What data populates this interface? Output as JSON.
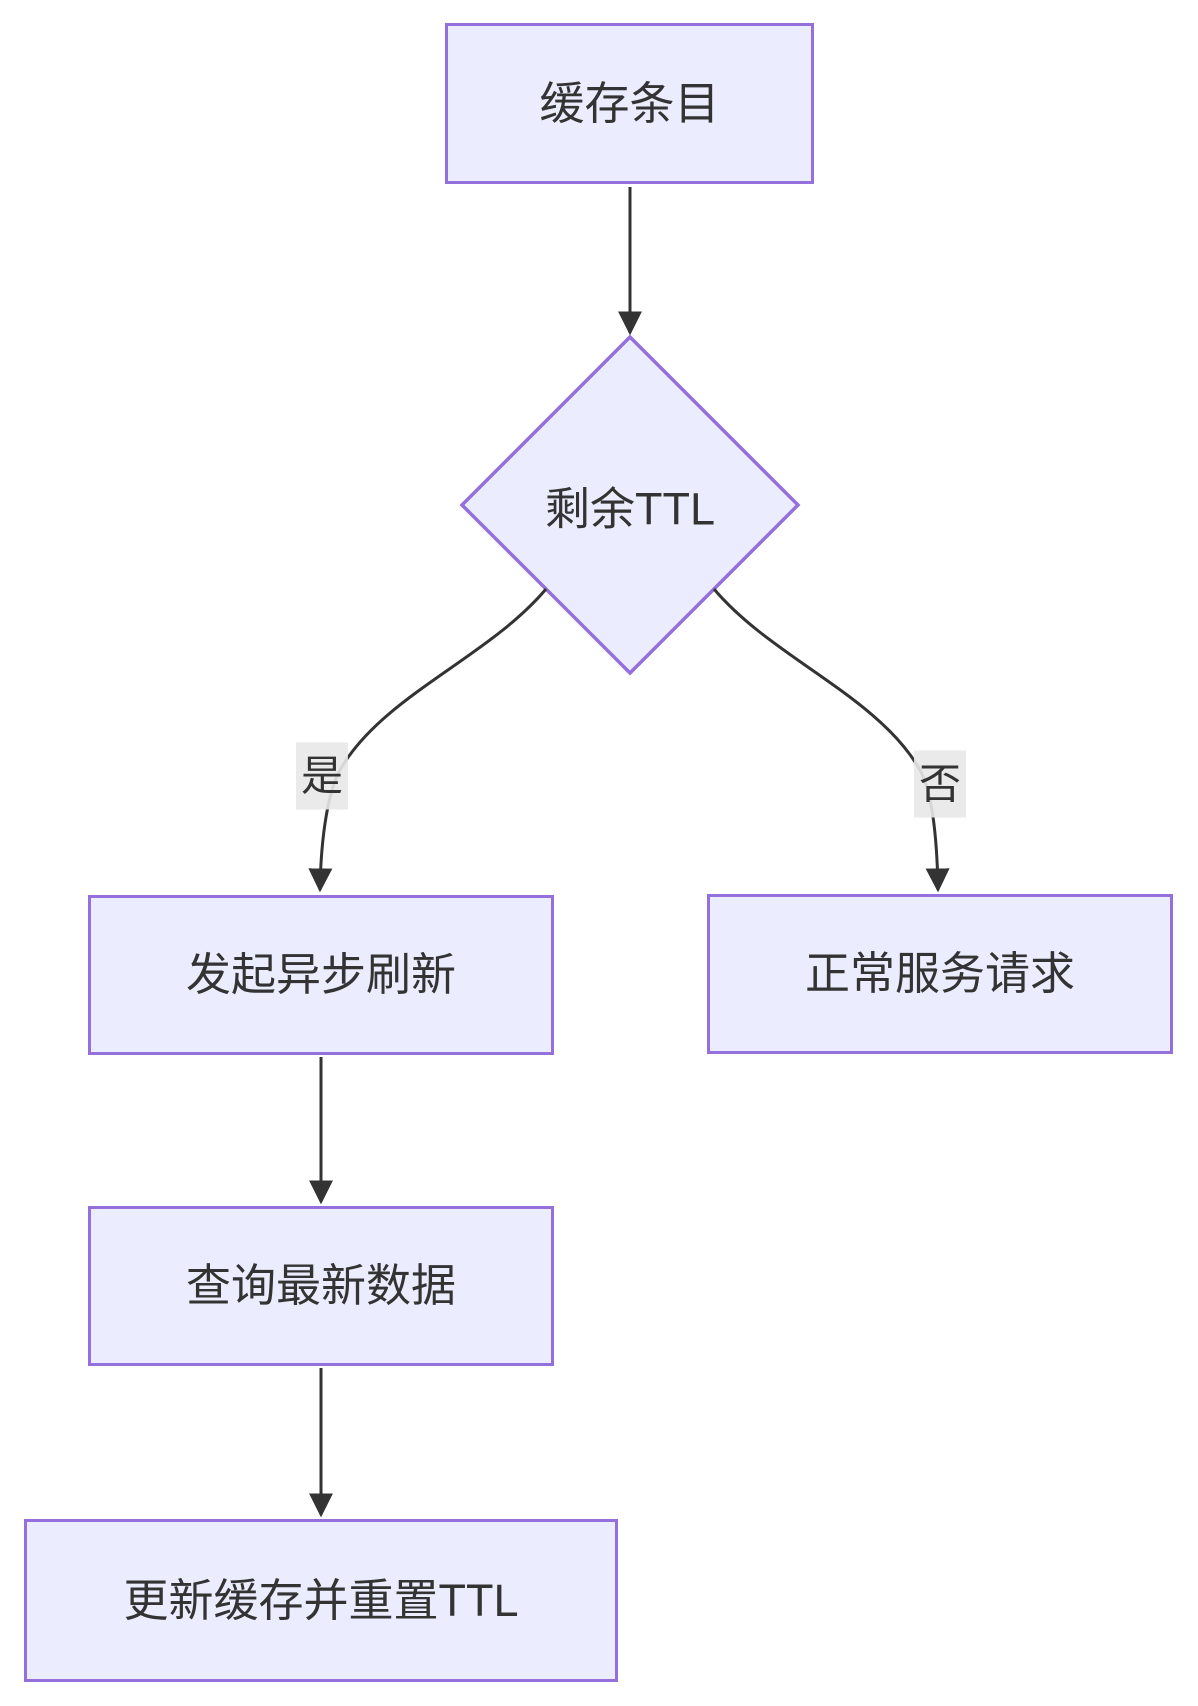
{
  "diagram": {
    "type": "flowchart",
    "direction": "top-down",
    "nodes": [
      {
        "id": "cache-entry",
        "shape": "rectangle",
        "label": "缓存条目"
      },
      {
        "id": "remaining-ttl",
        "shape": "diamond",
        "label": "剩余TTL"
      },
      {
        "id": "async-refresh",
        "shape": "rectangle",
        "label": "发起异步刷新"
      },
      {
        "id": "normal-request",
        "shape": "rectangle",
        "label": "正常服务请求"
      },
      {
        "id": "query-latest",
        "shape": "rectangle",
        "label": "查询最新数据"
      },
      {
        "id": "update-cache",
        "shape": "rectangle",
        "label": "更新缓存并重置TTL"
      }
    ],
    "edges": [
      {
        "from": "cache-entry",
        "to": "remaining-ttl",
        "label": ""
      },
      {
        "from": "remaining-ttl",
        "to": "async-refresh",
        "label": "是"
      },
      {
        "from": "remaining-ttl",
        "to": "normal-request",
        "label": "否"
      },
      {
        "from": "async-refresh",
        "to": "query-latest",
        "label": ""
      },
      {
        "from": "query-latest",
        "to": "update-cache",
        "label": ""
      }
    ],
    "colors": {
      "node_fill": "#ECECFF",
      "node_border": "#9370DB",
      "edge_stroke": "#333333",
      "text_color": "#333333",
      "edge_label_background": "#e8e8e8",
      "page_background": "#ffffff"
    }
  }
}
